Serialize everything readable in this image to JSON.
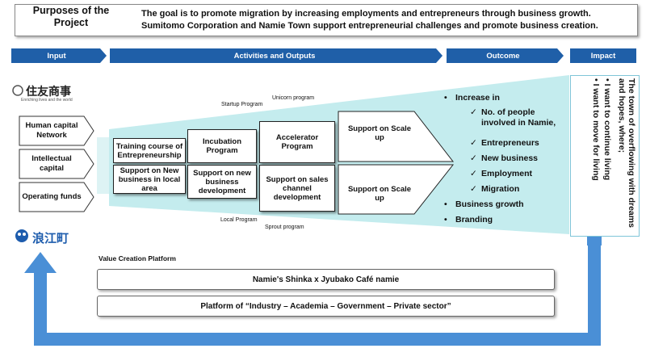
{
  "purpose": {
    "title": "Purposes of the Project",
    "line1": "The goal is to promote migration by increasing employments and entrepreneurs through business growth.",
    "line2": "Sumitomo Corporation and Namie Town support entrepreneurial challenges and promote business creation."
  },
  "headers": {
    "input": "Input",
    "activities": "Activities and Outputs",
    "outcome": "Outcome",
    "impact": "Impact"
  },
  "logos": {
    "sumitomo_name": "住友商事",
    "sumitomo_tagline": "Enriching lives and the world",
    "namie_name": "浪江町"
  },
  "inputs": [
    "Human capital Network",
    "Intellectual capital",
    "Operating funds"
  ],
  "programs": {
    "top_label_1": "Startup Program",
    "top_label_2": "Unicorn program",
    "bottom_label_1": "Local Program",
    "bottom_label_2": "Sprout program"
  },
  "activities_top": [
    "Training course of Entrepreneurship",
    "Incubation Program",
    "Accelerator Program",
    "Support on Scale up"
  ],
  "activities_bottom": [
    "Support on New business in local area",
    "Support on new business development",
    "Support on sales channel development",
    "Support on Scale up"
  ],
  "outcomes": {
    "increase": "Increase in",
    "sub_items": [
      "No. of people involved in Namie,",
      "Entrepreneurs",
      "New business",
      "Employment",
      "Migration"
    ],
    "business_growth": "Business growth",
    "branding": "Branding"
  },
  "impact": {
    "lead": "The town of overflowing with dreams and hopes, where;",
    "items": [
      "I want to continue living",
      "I want to move for living"
    ]
  },
  "platform": {
    "title": "Value Creation Platform",
    "box1": "Namie's Shinka x Jyubako Café namie",
    "box2": "Platform of “Industry – Academia – Government – Private sector”"
  },
  "colors": {
    "header_blue": "#1f5fa8",
    "funnel_fill": "#c4ecee",
    "loop_blue": "#4a8fd6",
    "namie_blue": "#1d5cad"
  }
}
